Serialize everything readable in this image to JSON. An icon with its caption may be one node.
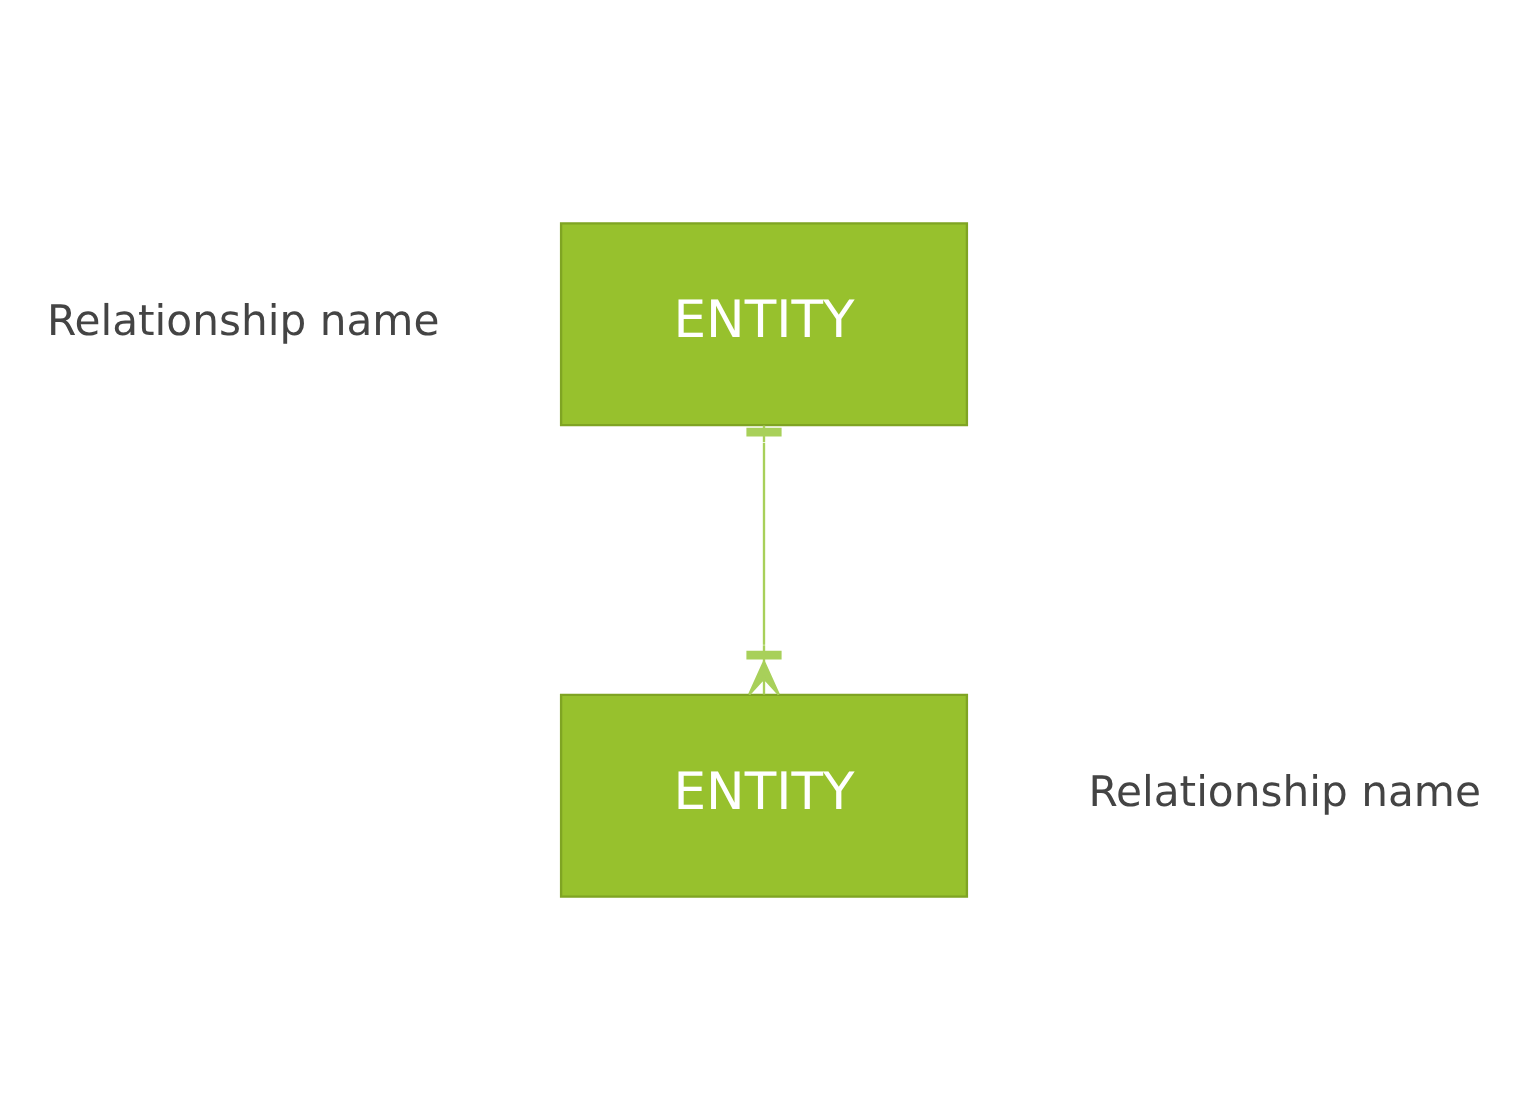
{
  "diagram": {
    "nodes": [
      {
        "text": [
          "ENTITY"
        ]
      },
      {
        "text": [
          "ENTITY"
        ]
      }
    ],
    "edges": [
      {
        "from": 0,
        "to": 1,
        "arrow": "other"
      }
    ],
    "labels": [
      "Relationship name",
      "Relationship name"
    ]
  }
}
